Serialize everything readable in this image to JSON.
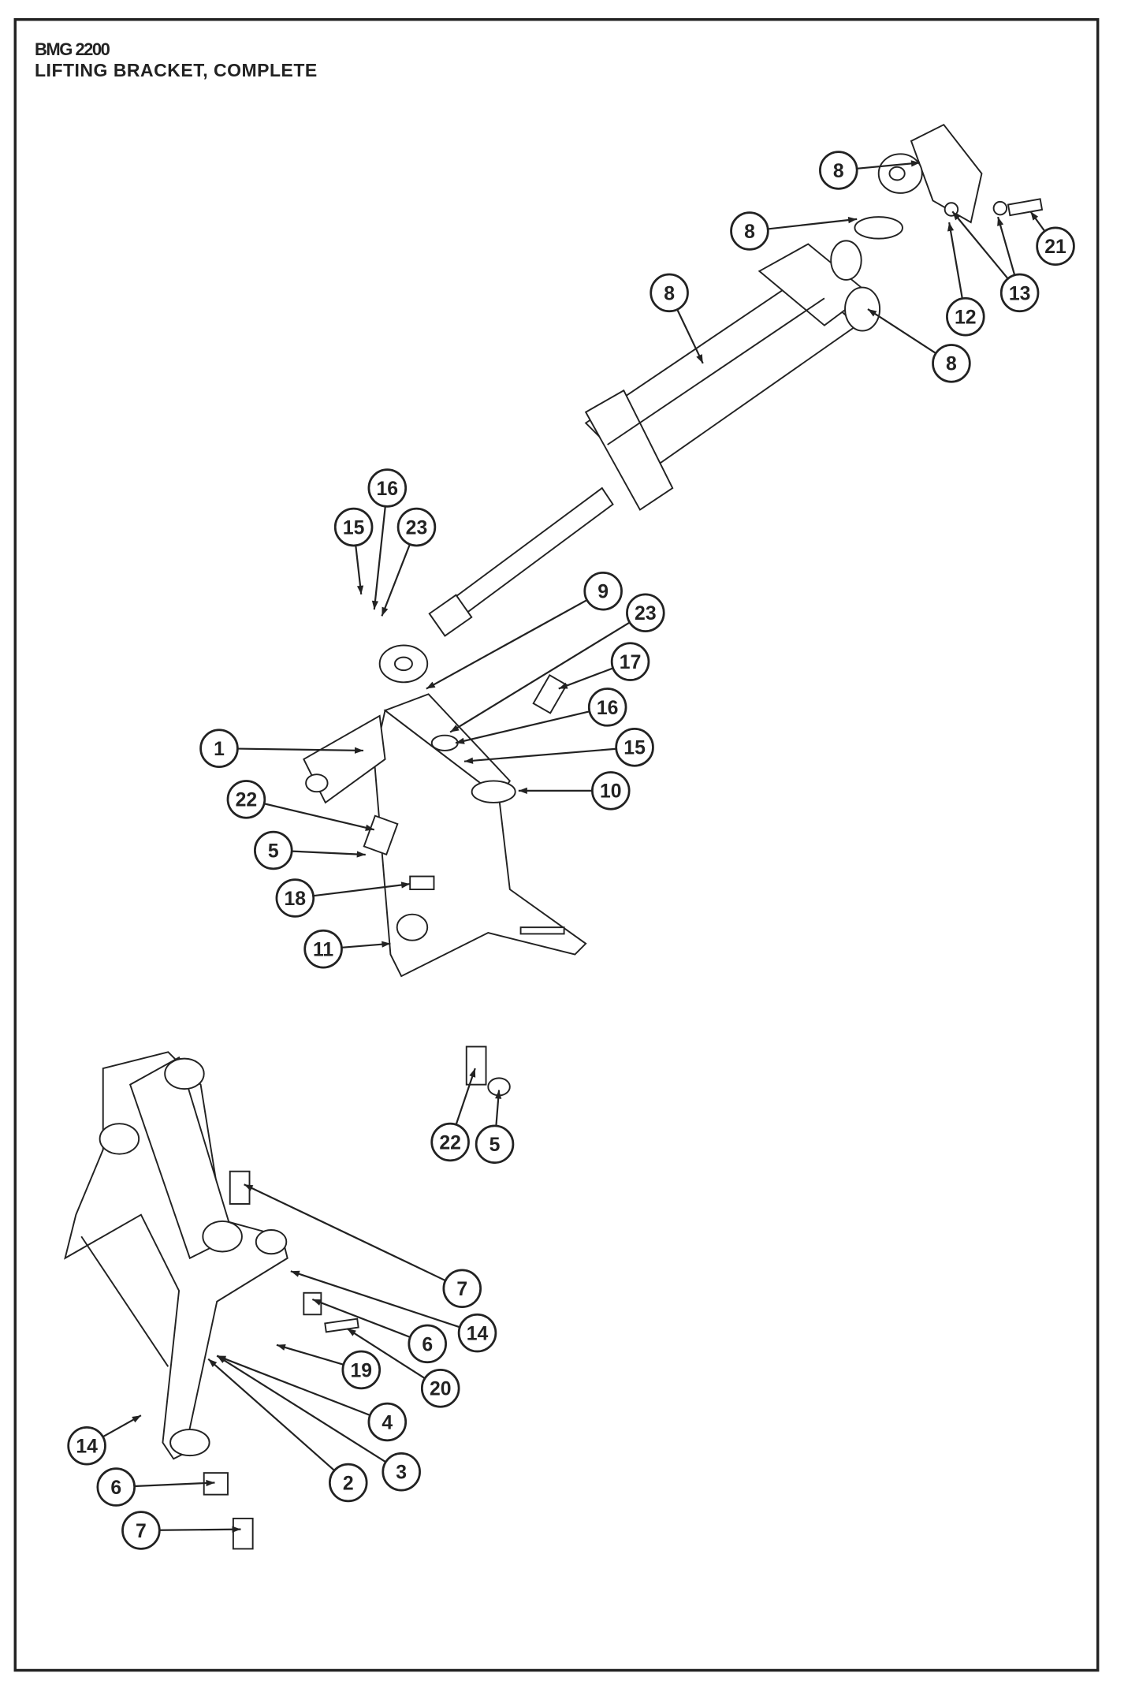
{
  "header": {
    "model": "BMG 2200",
    "title": "LIFTING BRACKET, COMPLETE"
  },
  "callouts": [
    "8",
    "8",
    "8",
    "8",
    "21",
    "13",
    "12",
    "16",
    "15",
    "23",
    "9",
    "23",
    "17",
    "16",
    "15",
    "1",
    "10",
    "22",
    "5",
    "18",
    "11",
    "22",
    "5",
    "7",
    "14",
    "6",
    "19",
    "20",
    "4",
    "3",
    "2",
    "14",
    "6",
    "7"
  ]
}
